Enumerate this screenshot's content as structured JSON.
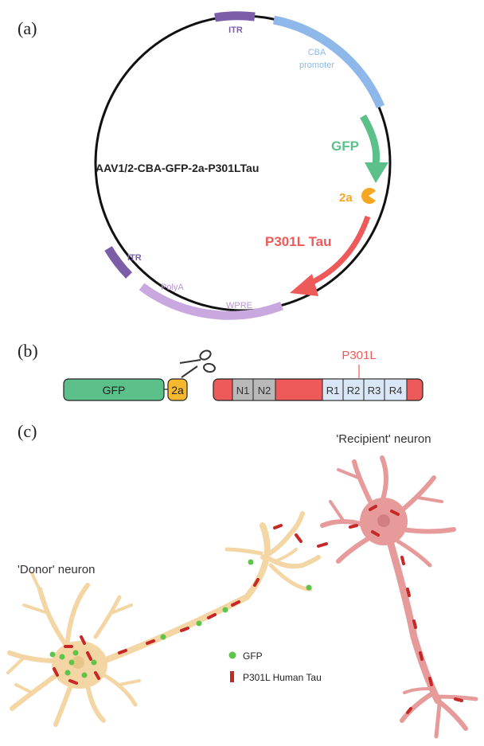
{
  "panel_a": {
    "label": "(a)",
    "construct_name": "AAV1/2-CBA-GFP-2a-P301LTau",
    "itr_top": "ITR",
    "promoter_line1": "CBA",
    "promoter_line2": "promoter",
    "gfp": "GFP",
    "two_a": "2a",
    "tau": "P301L Tau",
    "itr_bottom": "ITR",
    "polya": "PolyA",
    "wpre": "WPRE"
  },
  "panel_b": {
    "label": "(b)",
    "gfp_box": "GFP",
    "two_a_box": "2a",
    "mutation": "P301L",
    "domains": [
      "N1",
      "N2",
      "R1",
      "R2",
      "R3",
      "R4"
    ]
  },
  "panel_c": {
    "label": "(c)",
    "recipient": "'Recipient' neuron",
    "donor": "'Donor' neuron",
    "legend_gfp": "GFP",
    "legend_tau": "P301L Human Tau"
  },
  "colors": {
    "itr": "#7b5ea7",
    "promoter": "#8fb8ea",
    "gfp": "#5cc08a",
    "two_a": "#f5a623",
    "tau": "#ee5a5a",
    "polya_wpre": "#c9a8e0",
    "donor_body": "#f3d6a4",
    "recipient_body": "#e79a9a",
    "tau_mark": "#c62828",
    "gfp_dot": "#5fc44a"
  }
}
